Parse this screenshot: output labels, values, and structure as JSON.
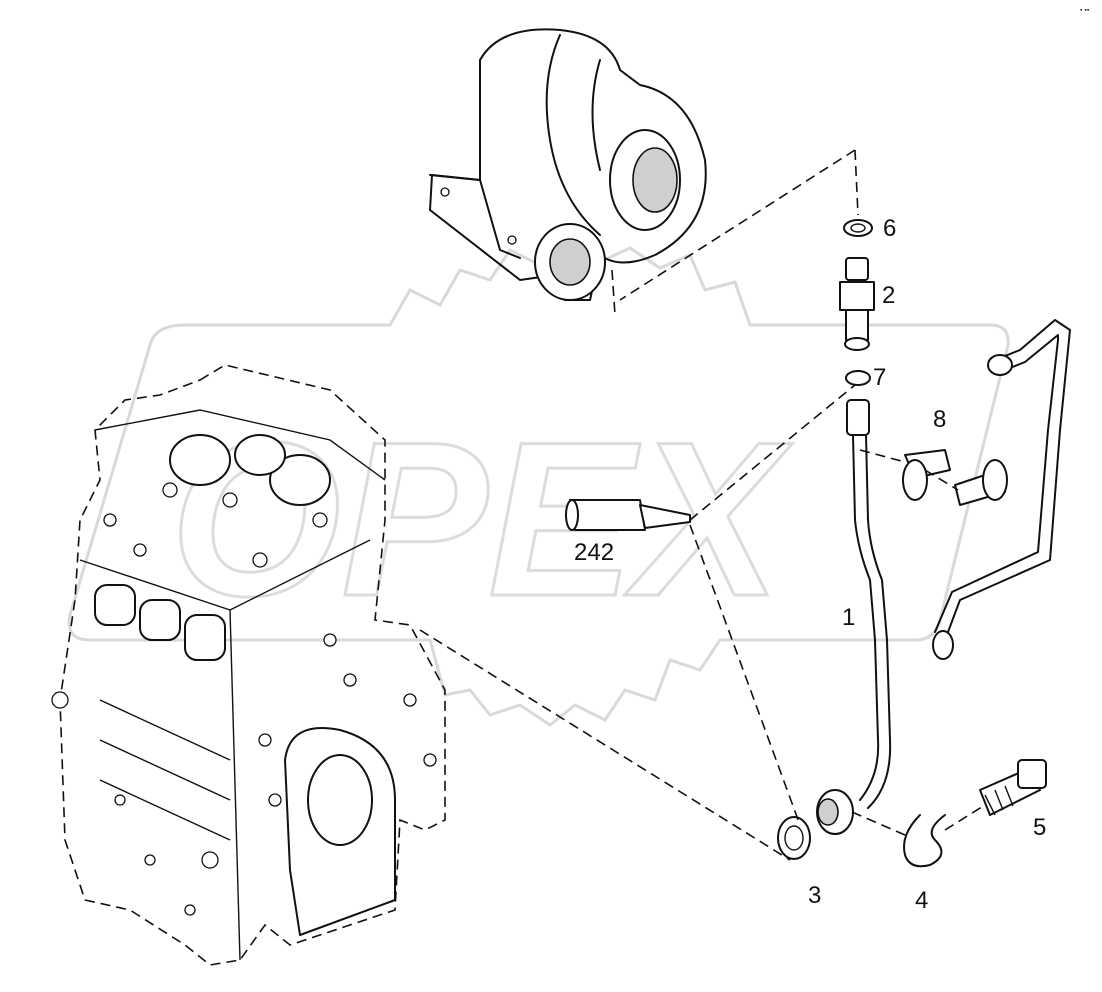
{
  "watermark": {
    "text": "OPEX"
  },
  "corner_mark": "▪ ▪▪",
  "callouts": [
    {
      "id": "c1",
      "label": "1"
    },
    {
      "id": "c2",
      "label": "2"
    },
    {
      "id": "c3",
      "label": "3"
    },
    {
      "id": "c4",
      "label": "4"
    },
    {
      "id": "c5",
      "label": "5"
    },
    {
      "id": "c6",
      "label": "6"
    },
    {
      "id": "c7",
      "label": "7"
    },
    {
      "id": "c8",
      "label": "8"
    },
    {
      "id": "c242",
      "label": "242"
    }
  ]
}
